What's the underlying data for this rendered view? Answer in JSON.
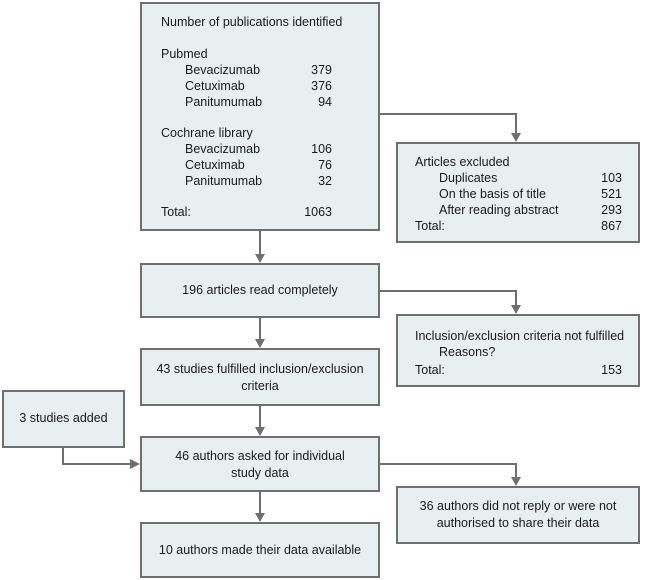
{
  "identified": {
    "title": "Number of publications identified",
    "pubmed": {
      "heading": "Pubmed",
      "items": [
        {
          "name": "Bevacizumab",
          "count": "379"
        },
        {
          "name": "Cetuximab",
          "count": "376"
        },
        {
          "name": "Panitumumab",
          "count": "94"
        }
      ]
    },
    "cochrane": {
      "heading": "Cochrane library",
      "items": [
        {
          "name": "Bevacizumab",
          "count": "106"
        },
        {
          "name": "Cetuximab",
          "count": "76"
        },
        {
          "name": "Panitumumab",
          "count": "32"
        }
      ]
    },
    "total_label": "Total:",
    "total_value": "1063"
  },
  "excluded": {
    "title": "Articles excluded",
    "items": [
      {
        "name": "Duplicates",
        "count": "103"
      },
      {
        "name": "On the basis of title",
        "count": "521"
      },
      {
        "name": "After reading abstract",
        "count": "293"
      }
    ],
    "total_label": "Total:",
    "total_value": "867"
  },
  "read": {
    "text": "196 articles read completely"
  },
  "criteria_not_fulfilled": {
    "title": "Inclusion/exclusion criteria not fulfilled",
    "reasons": "Reasons?",
    "total_label": "Total:",
    "total_value": "153"
  },
  "fulfilled": {
    "line1": "43 studies fulfilled inclusion/exclusion",
    "line2": "criteria"
  },
  "added": {
    "text": "3 studies added"
  },
  "asked": {
    "line1": "46 authors asked for individual",
    "line2": "study data"
  },
  "no_reply": {
    "line1": "36 authors did not reply or were not",
    "line2": "authorised to share their data"
  },
  "available": {
    "text": "10 authors made their data available"
  }
}
